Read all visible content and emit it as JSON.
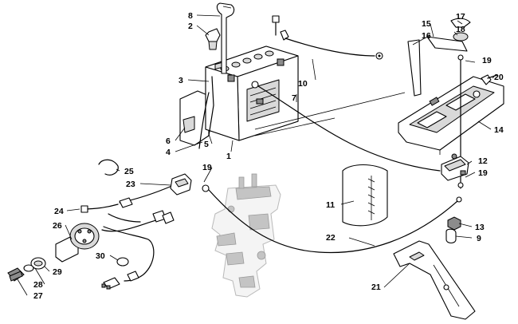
{
  "diagram": {
    "labels": [
      {
        "id": "1",
        "text": "1"
      },
      {
        "id": "2",
        "text": "2"
      },
      {
        "id": "3",
        "text": "3"
      },
      {
        "id": "4",
        "text": "4"
      },
      {
        "id": "5",
        "text": "5"
      },
      {
        "id": "6",
        "text": "6"
      },
      {
        "id": "7",
        "text": "7"
      },
      {
        "id": "8",
        "text": "8"
      },
      {
        "id": "9",
        "text": "9"
      },
      {
        "id": "10",
        "text": "10"
      },
      {
        "id": "11",
        "text": "11"
      },
      {
        "id": "12",
        "text": "12"
      },
      {
        "id": "13",
        "text": "13"
      },
      {
        "id": "14",
        "text": "14"
      },
      {
        "id": "15",
        "text": "15"
      },
      {
        "id": "16",
        "text": "16"
      },
      {
        "id": "17",
        "text": "17"
      },
      {
        "id": "18",
        "text": "18"
      },
      {
        "id": "19a",
        "text": "19"
      },
      {
        "id": "19b",
        "text": "19"
      },
      {
        "id": "19c",
        "text": "19"
      },
      {
        "id": "20",
        "text": "20"
      },
      {
        "id": "21",
        "text": "21"
      },
      {
        "id": "22",
        "text": "22"
      },
      {
        "id": "23",
        "text": "23"
      },
      {
        "id": "24",
        "text": "24"
      },
      {
        "id": "25",
        "text": "25"
      },
      {
        "id": "26",
        "text": "26"
      },
      {
        "id": "27",
        "text": "27"
      },
      {
        "id": "28",
        "text": "28"
      },
      {
        "id": "29",
        "text": "29"
      },
      {
        "id": "30",
        "text": "30"
      }
    ]
  }
}
